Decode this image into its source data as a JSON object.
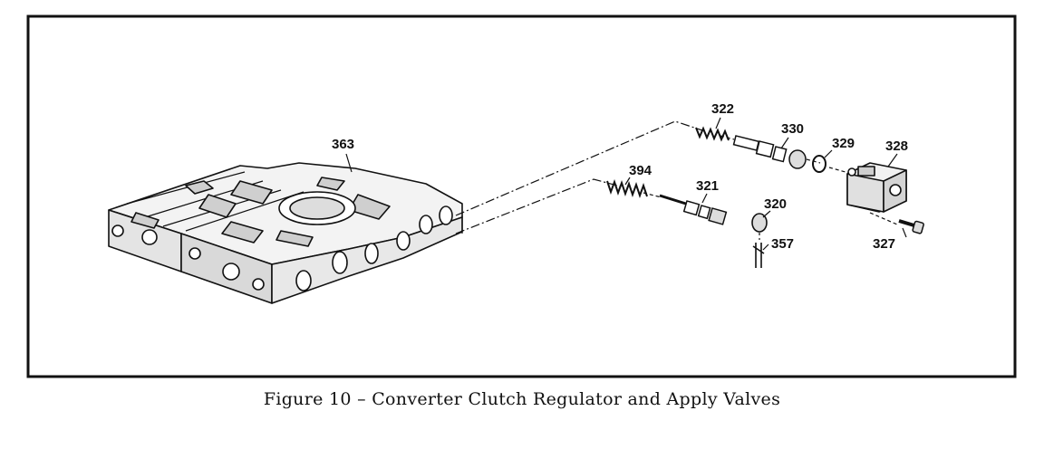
{
  "figure": {
    "caption": "Figure 10 – Converter Clutch Regulator and Apply Valves",
    "callouts": {
      "c363": "363",
      "c322": "322",
      "c330": "330",
      "c329": "329",
      "c328": "328",
      "c394": "394",
      "c321": "321",
      "c320": "320",
      "c357": "357",
      "c327": "327"
    }
  }
}
